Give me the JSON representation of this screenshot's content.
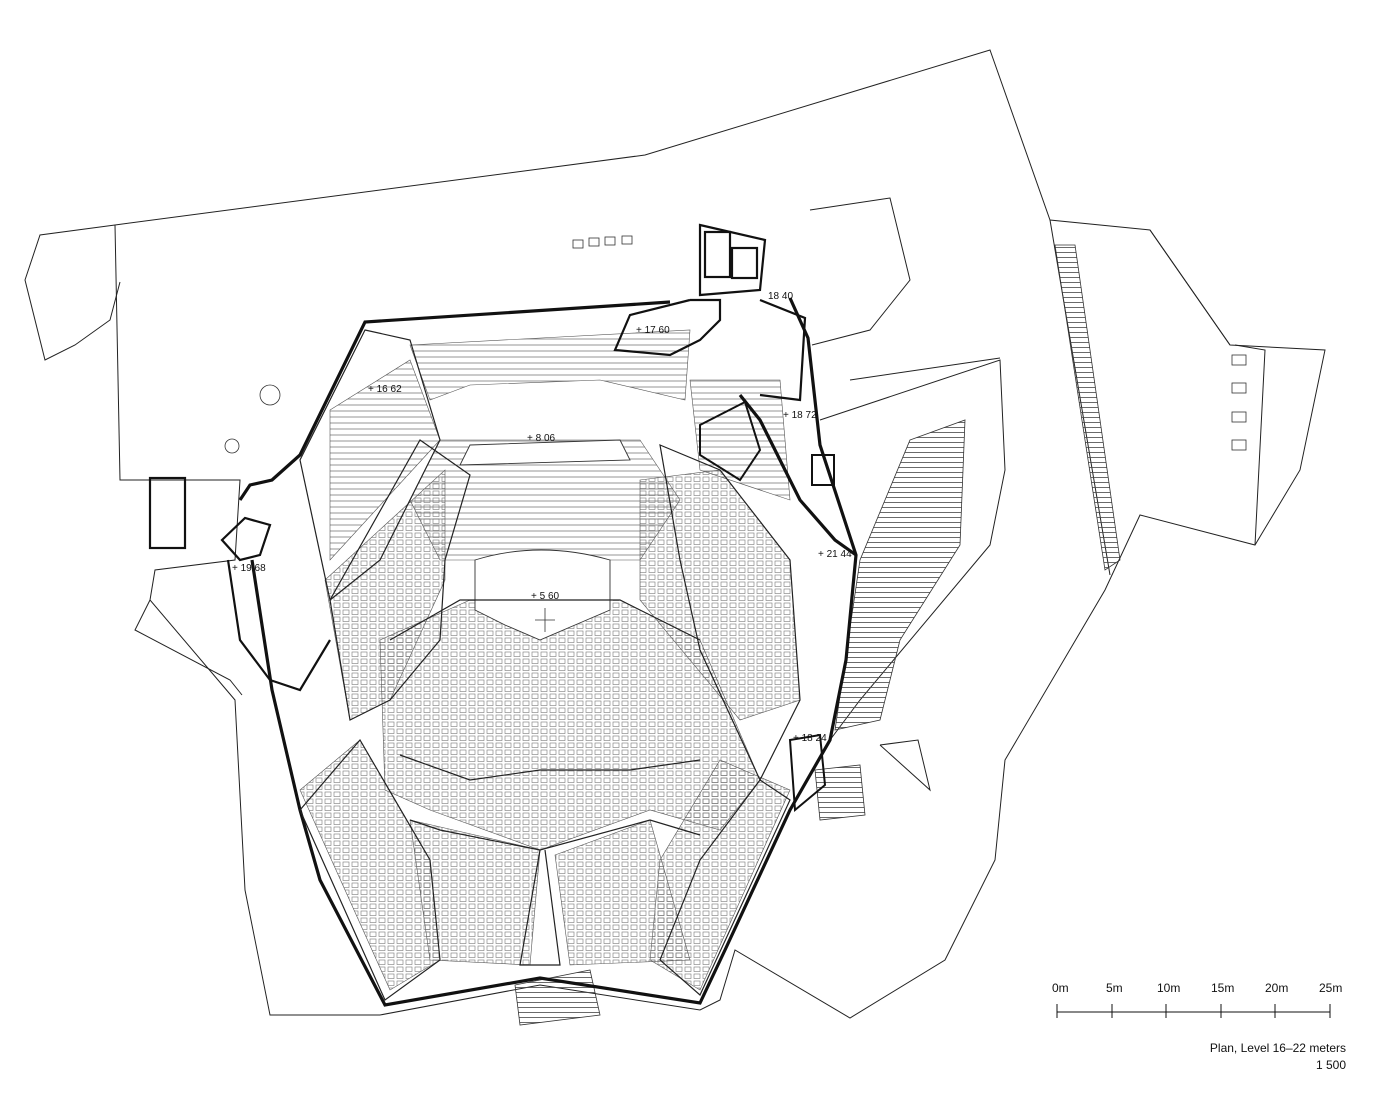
{
  "drawing": {
    "elevations": {
      "e1662": "+ 16 62",
      "e1760": "+ 17 60",
      "e1840": "18 40",
      "e806": "+ 8 06",
      "e1872": "+ 18 72",
      "e2144": "+ 21 44",
      "e1968": "+ 19 68",
      "e560": "+ 5 60",
      "e1824": "+ 18 24"
    }
  },
  "scale_bar": {
    "labels": [
      "0m",
      "5m",
      "10m",
      "15m",
      "20m",
      "25m"
    ]
  },
  "caption": {
    "title": "Plan, Level 16–22 meters",
    "scale": "1  500"
  }
}
